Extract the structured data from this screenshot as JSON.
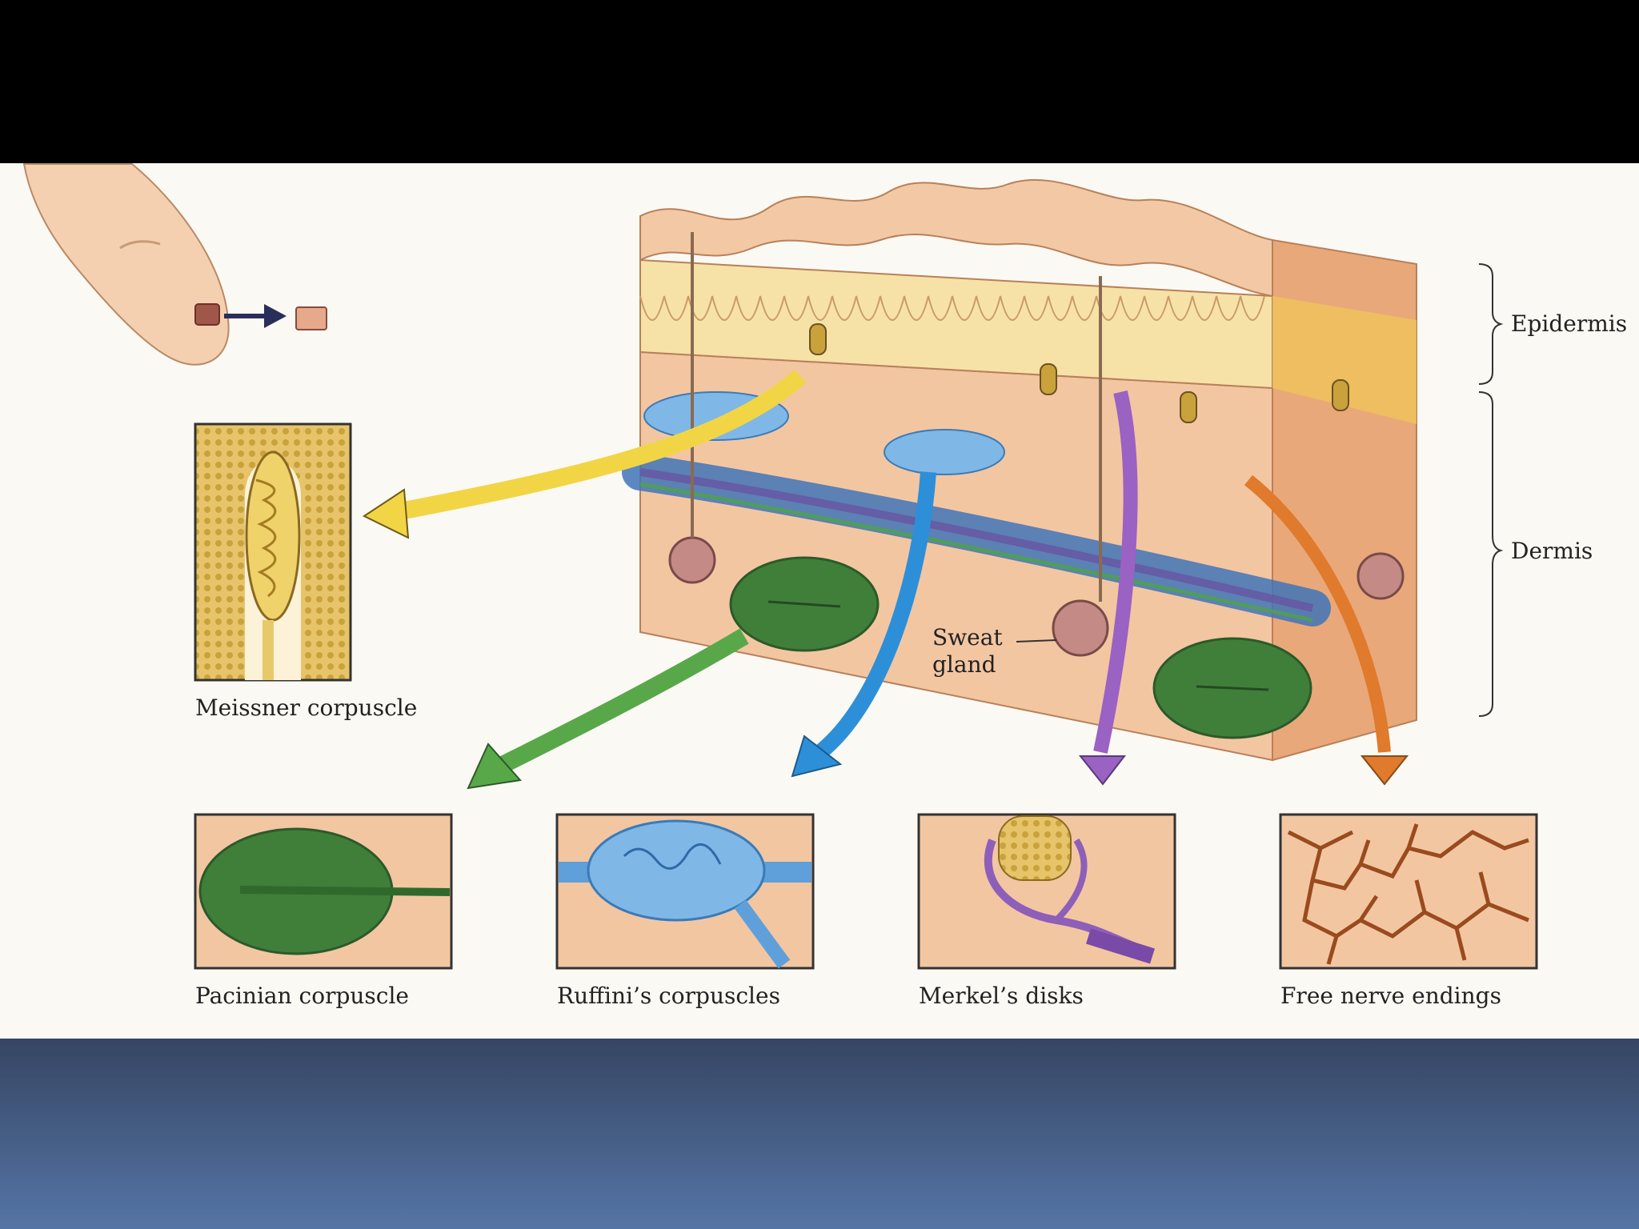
{
  "labels": {
    "epidermis": "Epidermis",
    "dermis": "Dermis",
    "sweat_gland_line1": "Sweat",
    "sweat_gland_line2": "gland",
    "meissner": "Meissner corpuscle",
    "pacinian": "Pacinian corpuscle",
    "ruffini": "Ruffini’s corpuscles",
    "merkel": "Merkel’s disks",
    "free_nerve": "Free nerve endings"
  },
  "colors": {
    "skin_surface": "#f2c9a4",
    "epidermis": "#f6e2a6",
    "dermis": "#f3c6a2",
    "meissner_arrow": "#f2d545",
    "pacinian_arrow": "#58a84a",
    "ruffini_arrow": "#2d8fd8",
    "merkel_arrow": "#9a62c2",
    "free_nerve_arrow": "#e07a2c",
    "pacinian_fill": "#3f7f3a",
    "ruffini_fill": "#7fb7e6",
    "merkel_fill": "#8e5fb8",
    "free_nerve_stroke": "#9a4b1e",
    "bottom_band_top": "#364563",
    "bottom_band_bottom": "#5575a6"
  },
  "icons": [
    "fingertip-illustration",
    "skin-sample-arrow-icon"
  ]
}
